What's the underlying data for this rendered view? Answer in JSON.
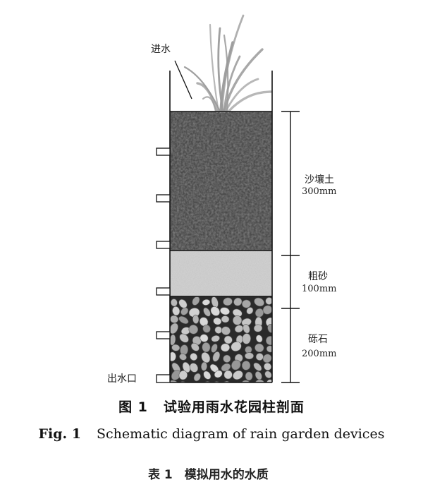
{
  "labels": {
    "inlet": "进水",
    "outlet": "出水口",
    "layers": [
      {
        "name": "沙壤土",
        "thickness": "300mm"
      },
      {
        "name": "粗砂",
        "thickness": "100mm"
      },
      {
        "name": "砾石",
        "thickness": "200mm"
      }
    ]
  },
  "caption": {
    "cn_fig": "图 1",
    "cn_title": "试验用雨水花园柱剖面",
    "en_fig": "Fig. 1",
    "en_title": "Schematic diagram of rain garden devices"
  },
  "cut_off_text": "表 1　模拟用水的水质",
  "colors": {
    "soil": "#4a4a4a",
    "sand": "#cfcfcf",
    "gravel_bg": "#2a2a2a",
    "gravel_stone": "#bdbdbd",
    "grass": "#9a9a9a",
    "line": "#111111"
  }
}
